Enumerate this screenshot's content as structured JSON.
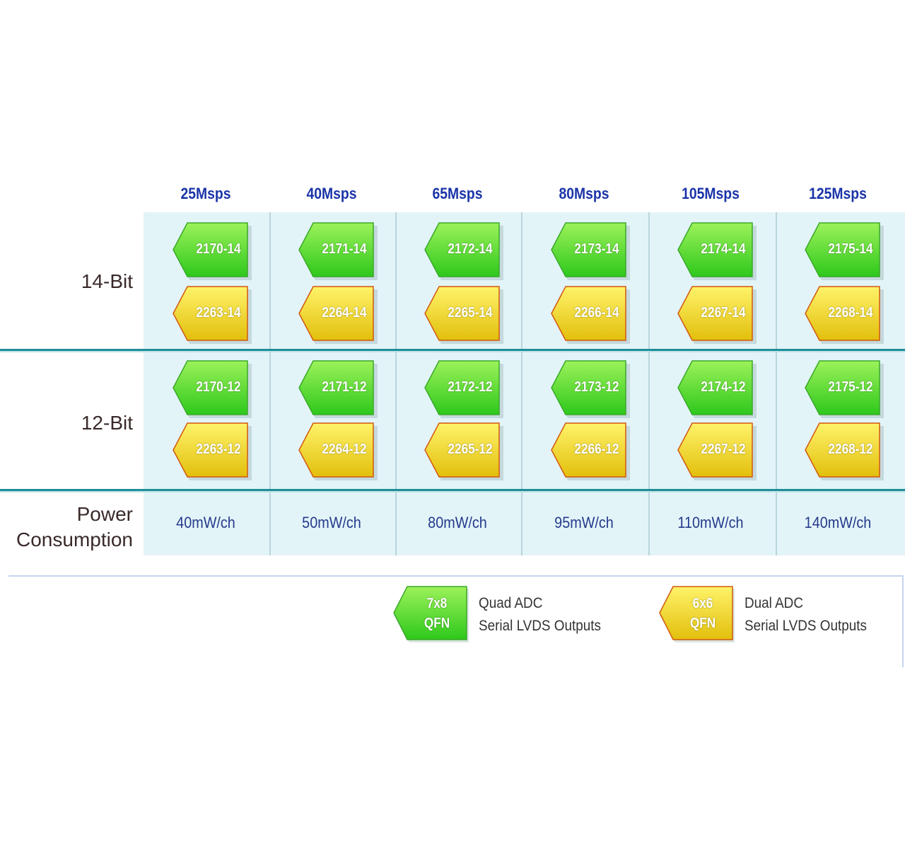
{
  "columns": [
    {
      "header": "25Msps",
      "power": "40mW/ch",
      "bits14": {
        "quad": "2170-14",
        "dual": "2263-14"
      },
      "bits12": {
        "quad": "2170-12",
        "dual": "2263-12"
      }
    },
    {
      "header": "40Msps",
      "power": "50mW/ch",
      "bits14": {
        "quad": "2171-14",
        "dual": "2264-14"
      },
      "bits12": {
        "quad": "2171-12",
        "dual": "2264-12"
      }
    },
    {
      "header": "65Msps",
      "power": "80mW/ch",
      "bits14": {
        "quad": "2172-14",
        "dual": "2265-14"
      },
      "bits12": {
        "quad": "2172-12",
        "dual": "2265-12"
      }
    },
    {
      "header": "80Msps",
      "power": "95mW/ch",
      "bits14": {
        "quad": "2173-14",
        "dual": "2266-14"
      },
      "bits12": {
        "quad": "2173-12",
        "dual": "2266-12"
      }
    },
    {
      "header": "105Msps",
      "power": "110mW/ch",
      "bits14": {
        "quad": "2174-14",
        "dual": "2267-14"
      },
      "bits12": {
        "quad": "2174-12",
        "dual": "2267-12"
      }
    },
    {
      "header": "125Msps",
      "power": "140mW/ch",
      "bits14": {
        "quad": "2175-14",
        "dual": "2268-14"
      },
      "bits12": {
        "quad": "2175-12",
        "dual": "2268-12"
      }
    }
  ],
  "rows": {
    "bits14_label": "14-Bit",
    "bits12_label": "12-Bit",
    "power_label_line1": "Power",
    "power_label_line2": "Consumption"
  },
  "legend": {
    "quad": {
      "package_line1": "7x8",
      "package_line2": "QFN",
      "desc_line1": "Quad ADC",
      "desc_line2": "Serial LVDS Outputs"
    },
    "dual": {
      "package_line1": "6x6",
      "package_line2": "QFN",
      "desc_line1": "Dual ADC",
      "desc_line2": "Serial LVDS Outputs"
    }
  },
  "colors": {
    "quad_top": "#9cf25a",
    "quad_bottom": "#2ec81c",
    "quad_border": "#3aa82a",
    "dual_top": "#fff36a",
    "dual_bottom": "#e2bf0c",
    "dual_border": "#d2580e",
    "header_text": "#1a34a8",
    "separator": "#1e8e99",
    "panel_bg": "#e3f4f8"
  }
}
